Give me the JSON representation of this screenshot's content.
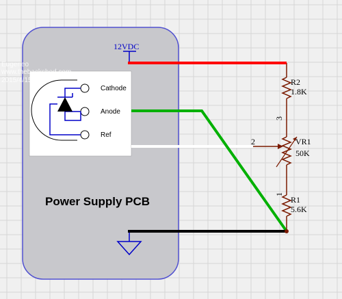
{
  "watermark": {
    "author": "Eugeneo",
    "site": "www.thebackshed.com",
    "date": "2015/4/15"
  },
  "board": {
    "label": "Power Supply PCB",
    "supply_label": "12VDC"
  },
  "ic": {
    "pins": [
      "Cathode",
      "Anode",
      "Ref"
    ]
  },
  "components": {
    "r2": {
      "ref": "R2",
      "value": "1.8K"
    },
    "vr1": {
      "ref": "VR1",
      "value": "50K"
    },
    "r1": {
      "ref": "R1",
      "value": "5.6K"
    }
  },
  "pot_pins": {
    "top": "3",
    "wiper": "2",
    "bottom": "1"
  },
  "colors": {
    "background": "#f0f0f0",
    "grid": "#d6d6d6",
    "board_fill": "#c8c8cc",
    "board_stroke": "#5050d0",
    "schematic_blue": "#0000c8",
    "wire_red": "#ff0000",
    "wire_green": "#00b000",
    "wire_white": "#ffffff",
    "wire_black": "#000000",
    "resistor_brown": "#7a1a00"
  }
}
